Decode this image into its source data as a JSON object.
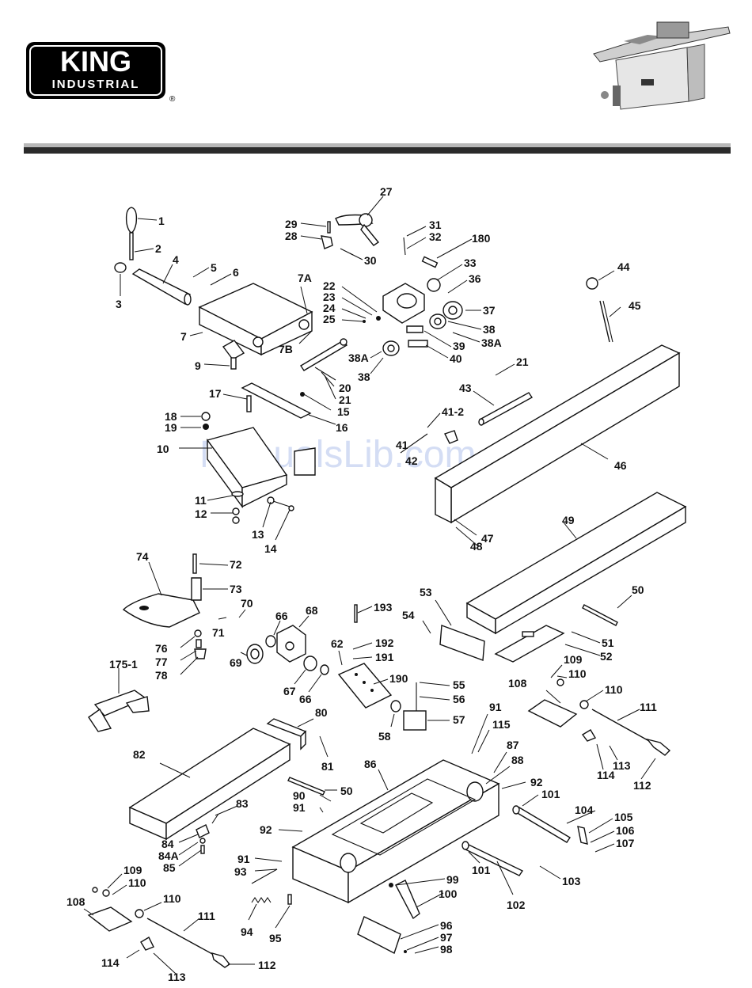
{
  "brand": {
    "name": "KING",
    "sub": "INDUSTRIAL",
    "registered": "®"
  },
  "watermark": "ManualsLib.com",
  "colors": {
    "ink": "#111111",
    "rule_light": "#b8b8b8",
    "rule_dark": "#2a2a2a",
    "watermark": "#9fb3e6"
  },
  "part_labels": [
    "1",
    "2",
    "3",
    "4",
    "5",
    "6",
    "7",
    "7A",
    "7B",
    "9",
    "10",
    "11",
    "12",
    "13",
    "14",
    "15",
    "16",
    "17",
    "18",
    "19",
    "20",
    "21",
    "21",
    "22",
    "23",
    "24",
    "25",
    "27",
    "28",
    "29",
    "30",
    "31",
    "32",
    "33",
    "36",
    "37",
    "38",
    "38",
    "38A",
    "38A",
    "39",
    "40",
    "41-2",
    "41",
    "42",
    "43",
    "44",
    "45",
    "46",
    "47",
    "48",
    "49",
    "50",
    "50",
    "51",
    "52",
    "53",
    "54",
    "55",
    "56",
    "57",
    "58",
    "62",
    "66",
    "66",
    "67",
    "68",
    "69",
    "70",
    "71",
    "72",
    "73",
    "74",
    "76",
    "77",
    "78",
    "80",
    "81",
    "82",
    "83",
    "84",
    "84A",
    "85",
    "86",
    "87",
    "88",
    "90",
    "91",
    "91",
    "91",
    "92",
    "92",
    "93",
    "94",
    "95",
    "96",
    "97",
    "98",
    "99",
    "100",
    "101",
    "101",
    "102",
    "103",
    "104",
    "105",
    "106",
    "107",
    "108",
    "108",
    "109",
    "109",
    "110",
    "110",
    "110",
    "110",
    "111",
    "111",
    "112",
    "112",
    "113",
    "113",
    "114",
    "114",
    "115",
    "175-1",
    "180",
    "190",
    "191",
    "192",
    "193"
  ]
}
